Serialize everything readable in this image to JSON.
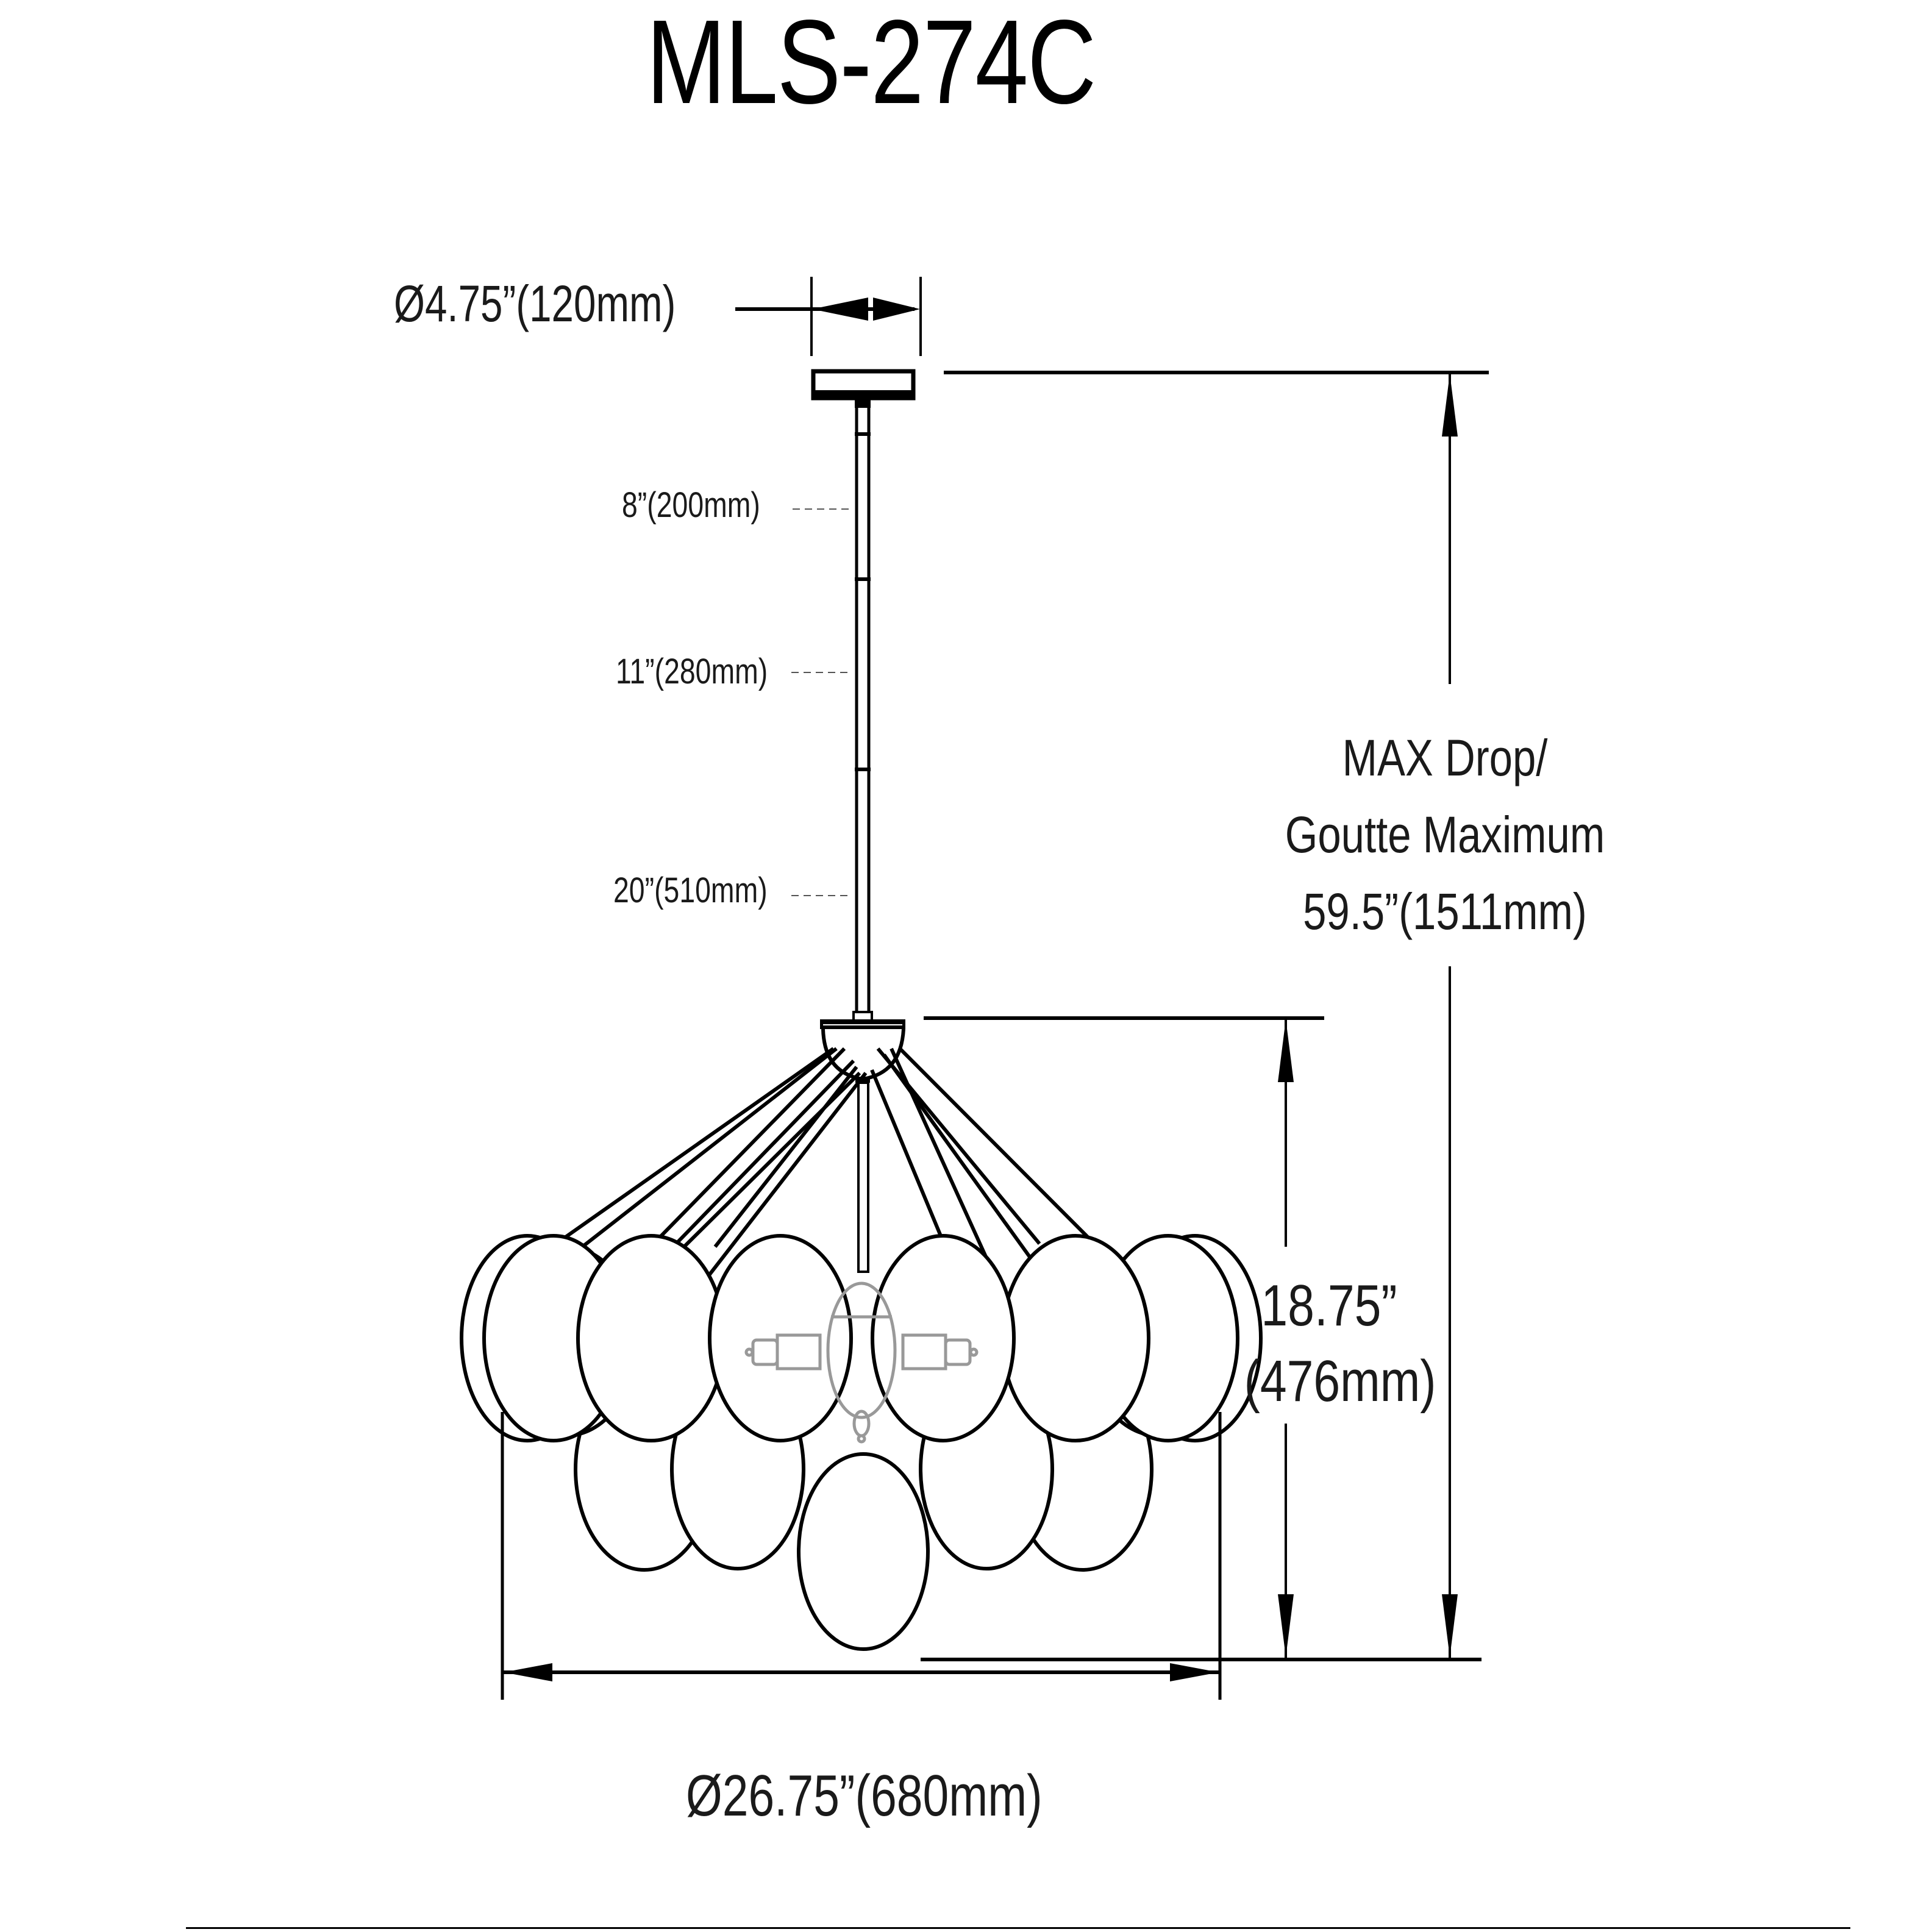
{
  "title": "MLS-274C",
  "dimensions": {
    "canopy_diameter": "Ø4.75”(120mm)",
    "rod_segments": [
      {
        "label": "8”(200mm)"
      },
      {
        "label": "11”(280mm)"
      },
      {
        "label": "20”(510mm)"
      }
    ],
    "max_drop": {
      "line1": "MAX Drop/",
      "line2": "Goutte Maximum",
      "line3": "59.5”(1511mm)"
    },
    "fixture_height": {
      "line1": "18.75”",
      "line2": "(476mm)"
    },
    "fixture_diameter": "Ø26.75”(680mm)"
  },
  "drawing": {
    "line_color": "#000000",
    "bulb_outline_color": "#999999",
    "background": "#ffffff",
    "globe_count": 13,
    "suspension_wire_count": 12
  }
}
